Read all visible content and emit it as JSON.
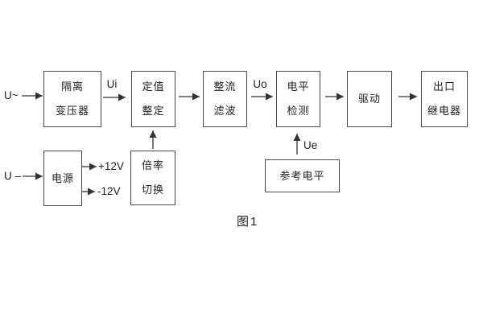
{
  "figure": {
    "caption": "图1"
  },
  "colors": {
    "background": "#ffffff",
    "box_border": "#4a4a4a",
    "connector_line": "#333333",
    "text": "#1f1f1f"
  },
  "diagram": {
    "inputs": {
      "ac": "U~",
      "dc": "U –"
    },
    "signals": {
      "ui": "Ui",
      "uo": "Uo",
      "ue": "Ue"
    },
    "power_rails": {
      "positive": "+12V",
      "negative": "-12V"
    },
    "blocks": {
      "isolation_transformer": {
        "lines": [
          "隔离",
          "变压器"
        ]
      },
      "setting_adjustment": {
        "lines": [
          "定值",
          "整定"
        ]
      },
      "rectifier_filter": {
        "lines": [
          "整流",
          "滤波"
        ]
      },
      "level_detection": {
        "lines": [
          "电平",
          "检测"
        ]
      },
      "driver": {
        "lines": [
          "驱动"
        ]
      },
      "output_relay": {
        "lines": [
          "出口",
          "继电器"
        ]
      },
      "power_supply": {
        "lines": [
          "电源"
        ]
      },
      "ratio_switching": {
        "lines": [
          "倍率",
          "切换"
        ]
      },
      "reference_level": {
        "lines": [
          "参考电平"
        ]
      }
    }
  }
}
